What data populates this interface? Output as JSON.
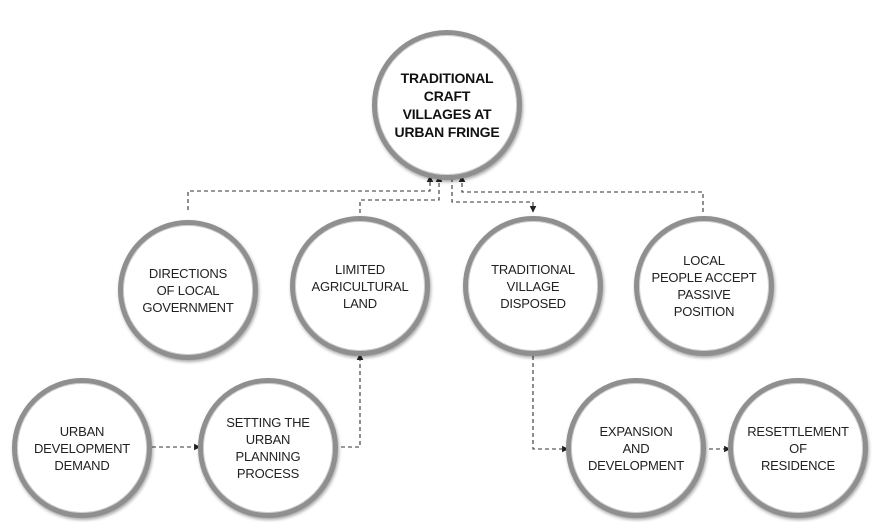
{
  "diagram": {
    "root": {
      "label": "TRADITIONAL\nCRAFT\nVILLAGES AT\nURBAN FRINGE"
    },
    "factors": [
      {
        "label": "DIRECTIONS\nOF LOCAL\nGOVERNMENT"
      },
      {
        "label": "LIMITED\nAGRICULTURAL\nLAND"
      },
      {
        "label": "TRADITIONAL\nVILLAGE\nDISPOSED"
      },
      {
        "label": "LOCAL\nPEOPLE ACCEPT\nPASSIVE\nPOSITION"
      }
    ],
    "left_chain": [
      {
        "label": "URBAN\nDEVELOPMENT\nDEMAND"
      },
      {
        "label": "SETTING THE\nURBAN\nPLANNING\nPROCESS"
      }
    ],
    "right_chain": [
      {
        "label": "EXPANSION\nAND\nDEVELOPMENT"
      },
      {
        "label": "RESETTLEMENT\nOF\nRESIDENCE"
      }
    ]
  }
}
